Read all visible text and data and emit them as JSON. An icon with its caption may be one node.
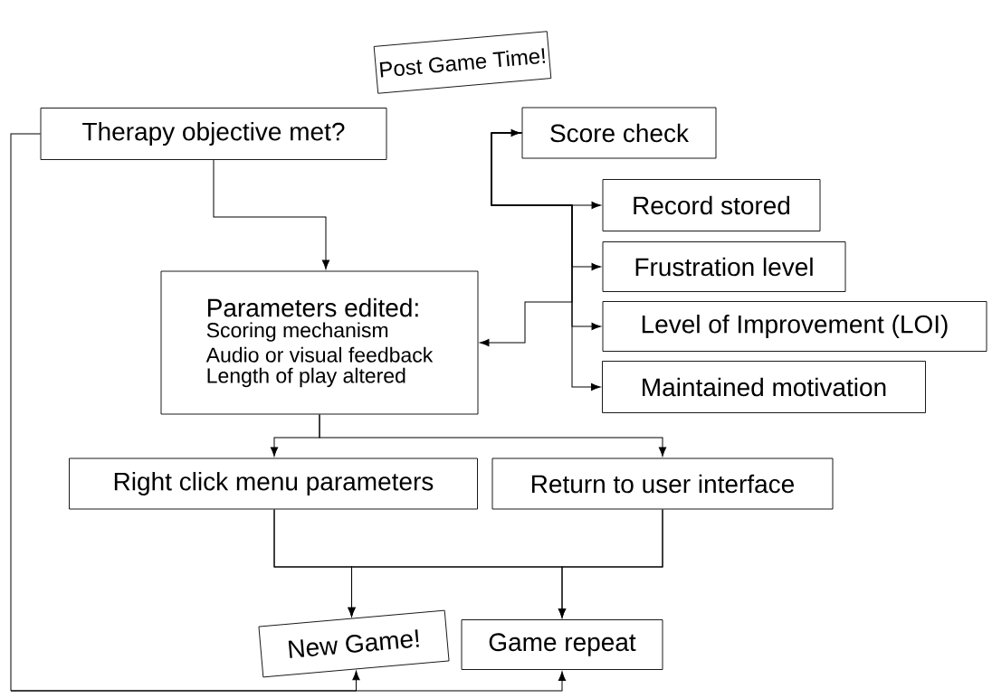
{
  "diagram": {
    "nodes": [
      {
        "text": [
          "Post Game Time!"
        ]
      },
      {
        "text": [
          "Therapy objective met?"
        ]
      },
      {
        "text": [
          "Score check"
        ]
      },
      {
        "text": [
          "Record stored"
        ]
      },
      {
        "text": [
          "Frustration level"
        ]
      },
      {
        "text": [
          "Parameters edited:",
          "Scoring mechanism",
          "Audio or visual feedback",
          "Length of play altered"
        ]
      },
      {
        "text": [
          "Level of Improvement (LOI)"
        ]
      },
      {
        "text": [
          "Maintained motivation"
        ]
      },
      {
        "text": [
          "Right click menu parameters"
        ]
      },
      {
        "text": [
          "Return to user interface"
        ]
      },
      {
        "text": [
          "New Game!"
        ]
      },
      {
        "text": [
          "Game repeat"
        ]
      }
    ],
    "edges": [
      {
        "from": 1,
        "to": 5,
        "arrow": "to"
      },
      {
        "from": 2,
        "to": 3,
        "arrow": "both"
      },
      {
        "from": 2,
        "to": 4,
        "arrow": "to"
      },
      {
        "from": 2,
        "to": 5,
        "arrow": "to"
      },
      {
        "from": 2,
        "to": 6,
        "arrow": "to"
      },
      {
        "from": 2,
        "to": 7,
        "arrow": "to"
      },
      {
        "from": 5,
        "to": 8,
        "arrow": "to"
      },
      {
        "from": 5,
        "to": 9,
        "arrow": "to"
      },
      {
        "from": 8,
        "to": 10,
        "arrow": "to"
      },
      {
        "from": 8,
        "to": 11,
        "arrow": "to"
      },
      {
        "from": 9,
        "to": 10,
        "arrow": "to"
      },
      {
        "from": 9,
        "to": 11,
        "arrow": "to"
      },
      {
        "from": 1,
        "to": 10,
        "arrow": "to"
      },
      {
        "from": 1,
        "to": 11,
        "arrow": "to"
      }
    ]
  }
}
